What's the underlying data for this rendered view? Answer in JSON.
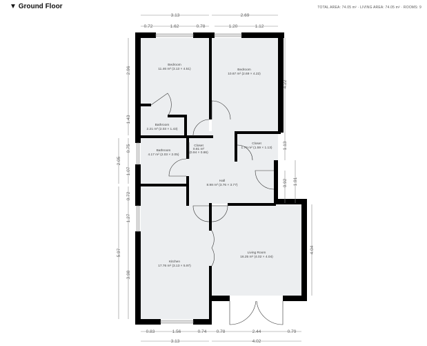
{
  "header": {
    "title": "Ground Floor",
    "toggle_icon": "triangle-down-icon",
    "stats": "TOTAL AREA: 74.05 m² · LIVING AREA: 74.05 m² · ROOMS: 9"
  },
  "rooms": [
    {
      "name": "Bedroom",
      "area": "11.46 m² (3.13 × 4.51)"
    },
    {
      "name": "Bedroom",
      "area": "10.67 m² (2.69 × 4.22)"
    },
    {
      "name": "Bathroom",
      "area": "2.21 m² (2.03 × 1.43)"
    },
    {
      "name": "Bathroom",
      "area": "4.17 m² (2.03 × 2.05)"
    },
    {
      "name": "Closet",
      "area": "0.81 m²",
      "area2": "(0.94 × 0.86)"
    },
    {
      "name": "Closet",
      "area": "1.79 m² (1.59 × 1.13)"
    },
    {
      "name": "Hall",
      "area": "8.98 m² (3.76 × 3.77)"
    },
    {
      "name": "Kitchen",
      "area": "17.76 m² (3.13 × 5.97)"
    },
    {
      "name": "Living Room",
      "area": "16.25 m² (4.02 × 4.04)"
    }
  ],
  "dimensions": {
    "top": [
      "3.13",
      "2.69",
      "0.72",
      "1.62",
      "0.78",
      "1.20",
      "1.12"
    ],
    "left": [
      "2.96",
      "1.43",
      "2.05",
      "0.75",
      "1.07",
      "0.72",
      "5.97",
      "1.27",
      "3.98"
    ],
    "right": [
      "4.22",
      "1.13",
      "0.92",
      "1.91",
      "4.04"
    ],
    "bottom": [
      "0.83",
      "1.56",
      "0.74",
      "0.78",
      "2.44",
      "0.79",
      "3.13",
      "4.02"
    ]
  }
}
